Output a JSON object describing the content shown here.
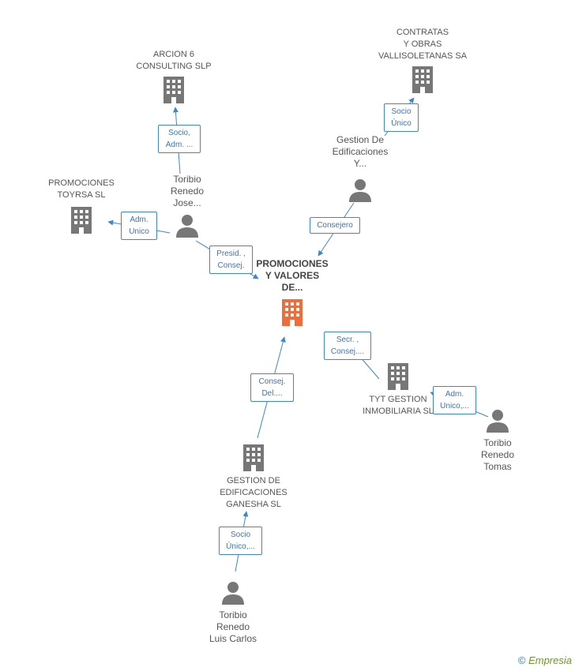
{
  "companies": {
    "main": "PROMOCIONES\nY VALORES\nDE...",
    "arcion": "ARCION 6\nCONSULTING SLP",
    "contratas": "CONTRATAS\nY OBRAS\nVALLISOLETANAS SA",
    "toyrsa": "PROMOCIONES\nTOYRSA SL",
    "tyt": "TYT GESTION\nINMOBILIARIA SL",
    "ganesha": "GESTION DE\nEDIFICACIONES\nGANESHA SL"
  },
  "persons": {
    "jose": "Toribio\nRenedo\nJose...",
    "gestion": "Gestion De\nEdificaciones\nY...",
    "tomas": "Toribio\nRenedo\nTomas",
    "luis": "Toribio\nRenedo\nLuis Carlos"
  },
  "relations": {
    "socio_adm": "Socio,\nAdm. ...",
    "socio_unico_contratas": "Socio\nÚnico",
    "adm_unico_toyrsa": "Adm.\nUnico",
    "presid": "Presid. ,\nConsej.",
    "consejero": "Consejero",
    "secr": "Secr. ,\nConsej....",
    "adm_unico_tyt": "Adm.\nUnico,...",
    "consej_del": "Consej.\nDel....",
    "socio_unico_ganesha": "Socio\nÚnico,..."
  },
  "footer": {
    "symbol": "©",
    "brand": "Empresia"
  },
  "colors": {
    "building": "#777777",
    "main_building": "#f26b3a",
    "person": "#777777",
    "edge": "#3d86d4"
  }
}
